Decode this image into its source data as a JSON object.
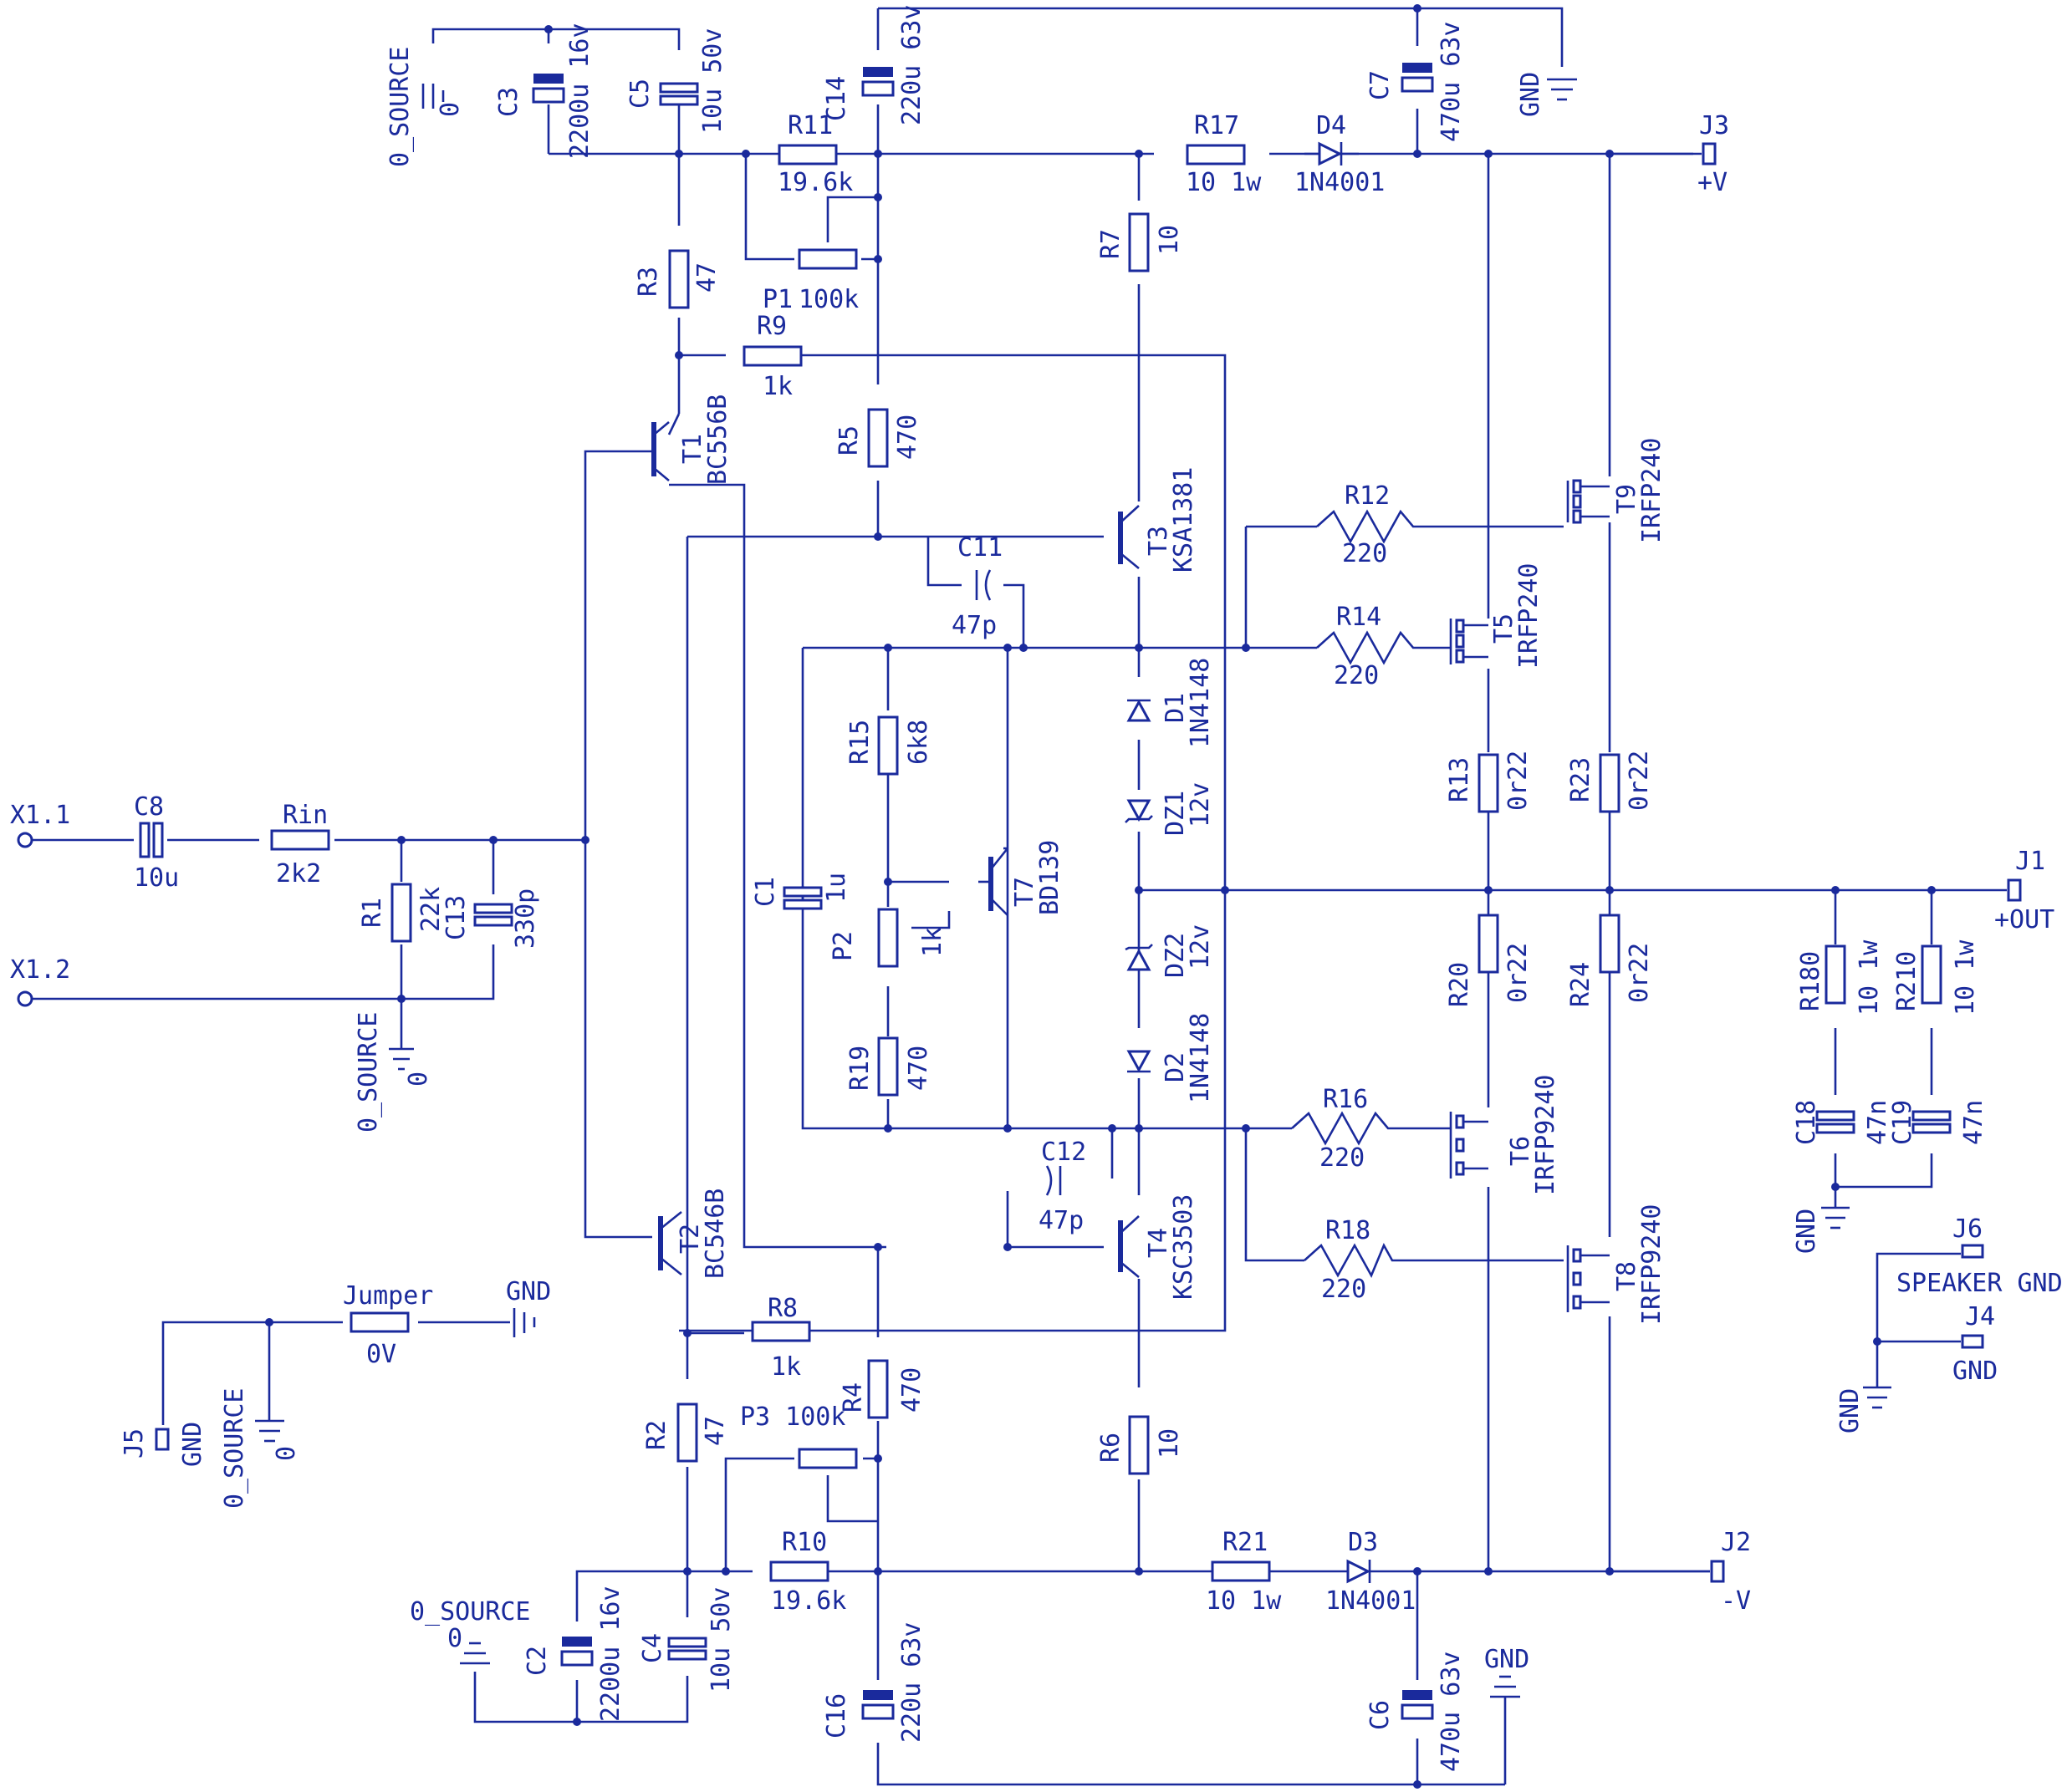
{
  "labels": {
    "X1_1": "X1.1",
    "X1_2": "X1.2",
    "C8": "C8",
    "C8_v": "10u",
    "Rin": "Rin",
    "Rin_v": "2k2",
    "R1": "R1",
    "R1_v": "22k",
    "C13": "C13",
    "C13_v": "330p",
    "src_in": "0_SOURCE",
    "src_in_z": "0",
    "C3": "C3",
    "C3_v": "2200u 16v",
    "C5": "C5",
    "C5_v": "10u 50v",
    "src_top": "0_SOURCE",
    "src_top_z": "0",
    "R3": "R3",
    "R3_v": "47",
    "R11": "R11",
    "R11_v": "19.6k",
    "P1": "P1",
    "P1_v": "100k",
    "C14": "C14",
    "C14_v": "220u 63v",
    "R9": "R9",
    "R9_v": "1k",
    "T1": "T1",
    "T1_v": "BC556B",
    "R5": "R5",
    "R5_v": "470",
    "R17": "R17",
    "R17_v": "10  1w",
    "D4": "D4",
    "D4_v": "1N4001",
    "C7": "C7",
    "C7_v": "470u 63v",
    "gnd_top": "GND",
    "J3": "J3",
    "J3_v": "+V",
    "R7": "R7",
    "R7_v": "10",
    "T3": "T3",
    "T3_v": "KSA1381",
    "C11": "C11",
    "C11_v": "47p",
    "R12": "R12",
    "R12_v": "220",
    "T9": "T9",
    "T9_v": "IRFP240",
    "R14": "R14",
    "R14_v": "220",
    "T5": "T5",
    "T5_v": "IRFP240",
    "D1": "D1",
    "D1_v": "1N4148",
    "R15": "R15",
    "R15_v": "6k8",
    "DZ1": "DZ1",
    "DZ1_v": "12v",
    "R13": "R13",
    "R13_v": "0r22",
    "R23": "R23",
    "R23_v": "0r22",
    "C1": "C1",
    "C1_v": "1u",
    "T7": "T7",
    "T7_v": "BD139",
    "P2": "P2",
    "P2_v": "1k",
    "J1": "J1",
    "J1_v": "+OUT",
    "DZ2": "DZ2",
    "DZ2_v": "12v",
    "R20": "R20",
    "R20_v": "0r22",
    "R24": "R24",
    "R24_v": "0r22",
    "R180": "R180",
    "R180_v": "10  1w",
    "R210": "R210",
    "R210_v": "10  1w",
    "R19": "R19",
    "R19_v": "470",
    "D2": "D2",
    "D2_v": "1N4148",
    "R16": "R16",
    "R16_v": "220",
    "T6": "T6",
    "T6_v": "IRFP9240",
    "C18": "C18",
    "C18_v": "47n",
    "C19": "C19",
    "C19_v": "47n",
    "C12": "C12",
    "C12_v": "47p",
    "T2": "T2",
    "T2_v": "BC546B",
    "T4": "T4",
    "T4_v": "KSC3503",
    "R18": "R18",
    "R18_v": "220",
    "T8": "T8",
    "T8_v": "IRFP9240",
    "gnd_spk": "GND",
    "J6": "J6",
    "J6_v": "SPEAKER  GND",
    "J4": "J4",
    "J4_v": "GND",
    "gnd_j4": "GND",
    "Jumper": "Jumper",
    "Jumper_v": "0V",
    "gnd_jmp": "GND",
    "J5": "J5",
    "J5_v": "GND",
    "src_j5": "0_SOURCE",
    "src_j5_z": "0",
    "R8": "R8",
    "R8_v": "1k",
    "R2": "R2",
    "R2_v": "47",
    "P3": "P3 100k",
    "R4": "R4",
    "R4_v": "470",
    "R6": "R6",
    "R6_v": "10",
    "R10": "R10",
    "R10_v": "19.6k",
    "R21": "R21",
    "R21_v": "10  1w",
    "D3": "D3",
    "D3_v": "1N4001",
    "J2": "J2",
    "J2_v": "-V",
    "src_bot": "0_SOURCE",
    "src_bot_z": "0",
    "C2": "C2",
    "C2_v": "2200u 16v",
    "C4": "C4",
    "C4_v": "10u 50v",
    "C16": "C16",
    "C16_v": "220u 63v",
    "gnd_bot": "GND",
    "C6": "C6",
    "C6_v": "470u 63v"
  },
  "colors": {
    "ink": "#1a2a9c",
    "background": "#ffffff"
  }
}
